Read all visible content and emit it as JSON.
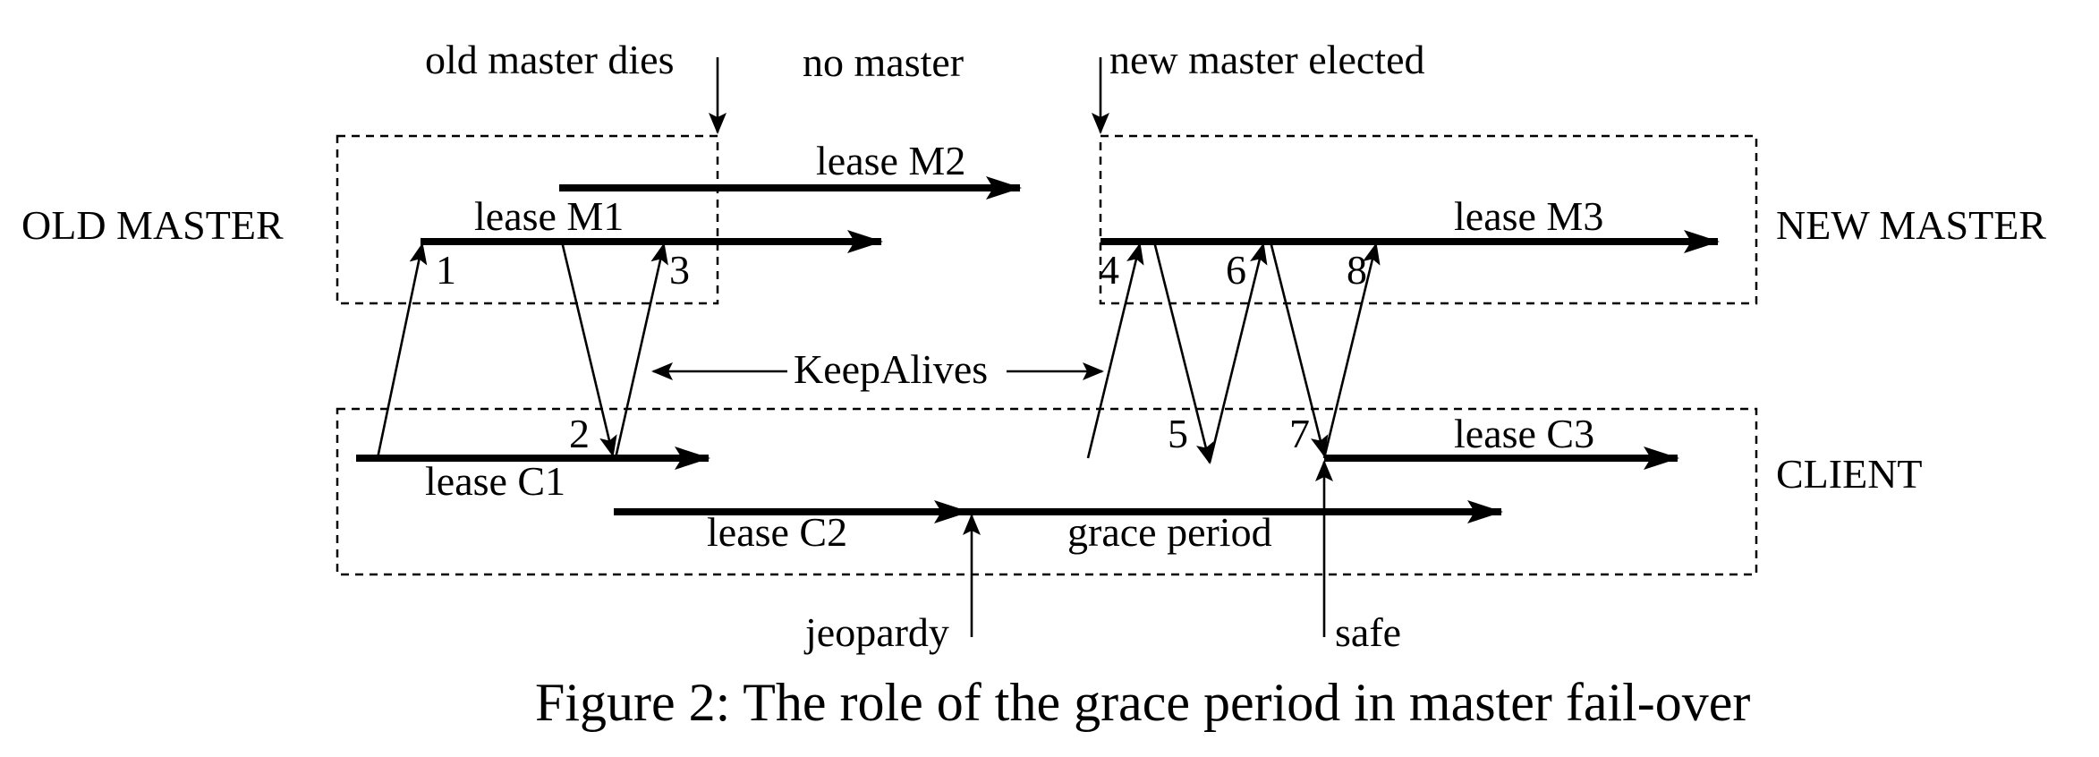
{
  "labels": {
    "old_master_dies": "old master dies",
    "no_master": "no master",
    "new_master_elected": "new master elected",
    "old_master": "OLD MASTER",
    "new_master": "NEW MASTER",
    "client": "CLIENT",
    "keepalives": "KeepAlives",
    "jeopardy": "jeopardy",
    "safe": "safe"
  },
  "leases": {
    "m1": "lease M1",
    "m2": "lease M2",
    "m3": "lease M3",
    "c1": "lease C1",
    "c2": "lease C2",
    "c3": "lease C3",
    "grace": "grace period"
  },
  "messages": {
    "n1": "1",
    "n2": "2",
    "n3": "3",
    "n4": "4",
    "n5": "5",
    "n6": "6",
    "n7": "7",
    "n8": "8"
  },
  "caption": "Figure 2: The role of the grace period in master fail-over"
}
